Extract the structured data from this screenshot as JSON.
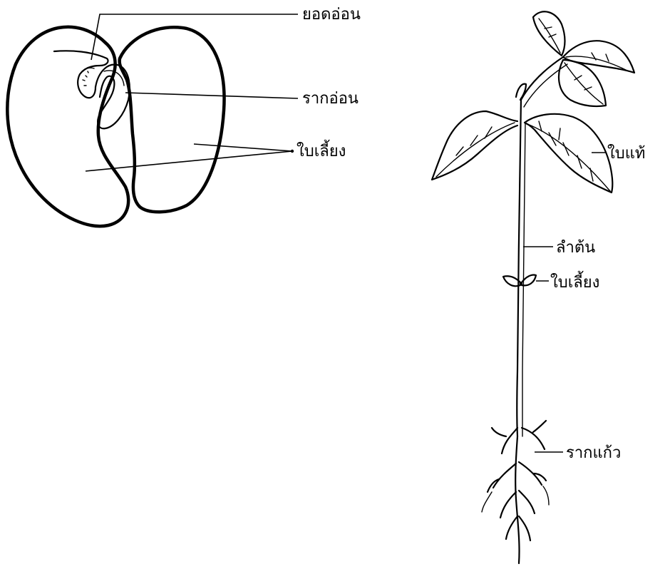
{
  "seed_labels": {
    "plumule": "ยอดอ่อน",
    "radicle": "รากอ่อน",
    "cotyledon": "ใบเลี้ยง"
  },
  "seedling_labels": {
    "true_leaf": "ใบแท้",
    "stem": "ลำต้น",
    "cotyledon": "ใบเลี้ยง",
    "taproot": "รากแก้ว"
  }
}
